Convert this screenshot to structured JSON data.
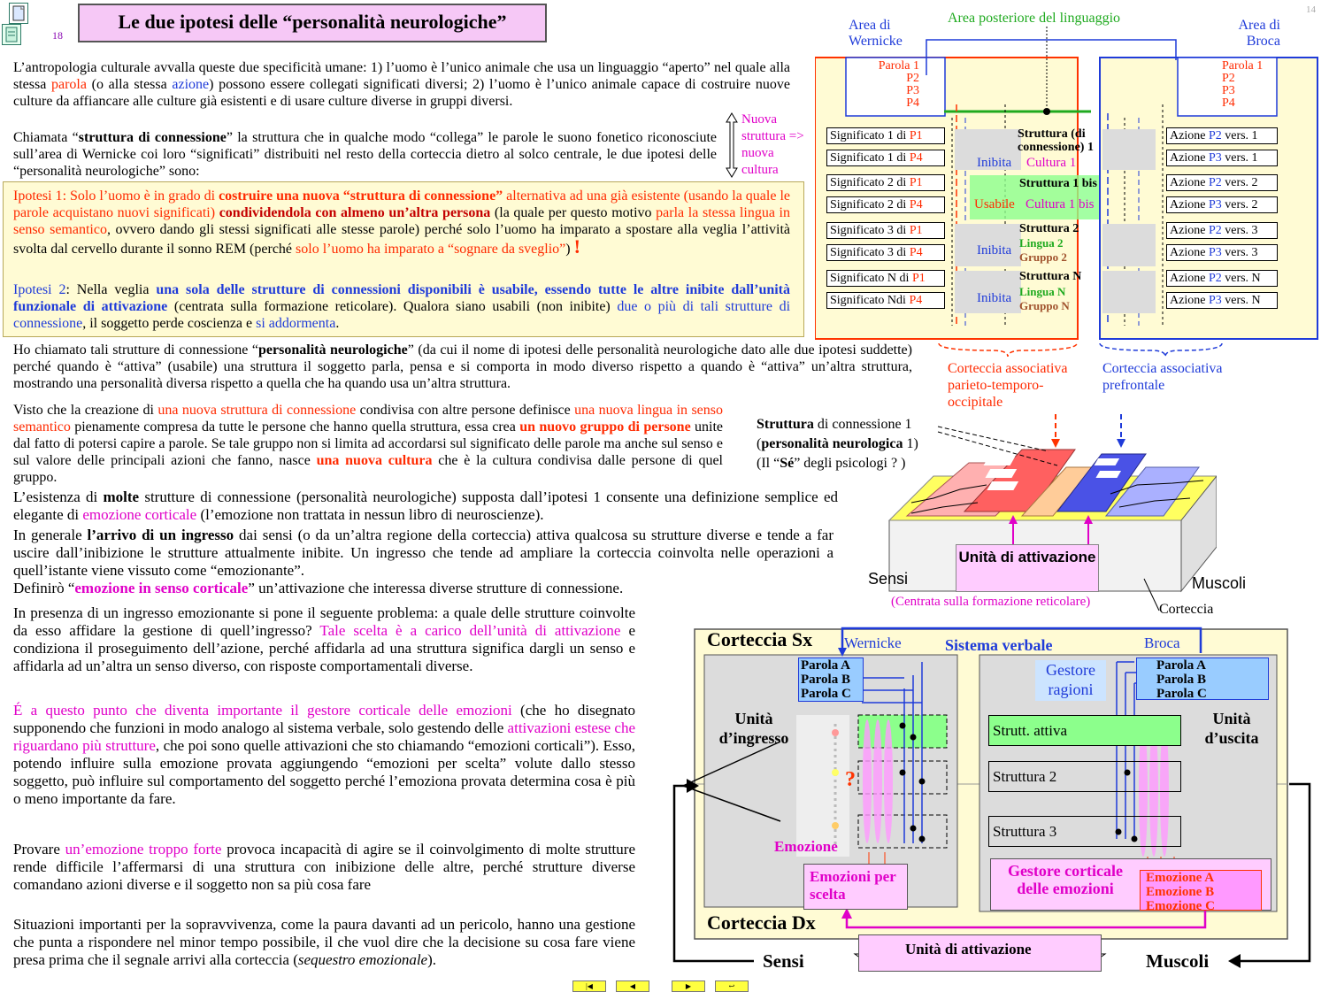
{
  "header": {
    "page_number": "18",
    "title": "Le due ipotesi delle “personalità neurologiche”",
    "corner_number": "14"
  },
  "intro": {
    "p1_a": "L’antropologia culturale avvalla queste due specificità umane: 1) l’uomo è l’unico animale che usa un linguaggio “aperto” nel quale alla stessa ",
    "p1_parola": "parola",
    "p1_b": " (o alla stessa ",
    "p1_azione": "azione",
    "p1_c": ") possono essere collegati significati diversi; 2) l’uomo è l’unico animale capace di costruire nuove culture da affiancare alle culture già esistenti e di usare culture diverse in gruppi diversi.",
    "p2_a": "Chiamata “",
    "p2_b": "struttura di connessione",
    "p2_c": "” la struttura che in qualche modo “collega” le parole le suono fonetico riconosciute sull’area di Wernicke coi loro “significati” distribuiti nel resto della corteccia dietro al solco centrale, le due ipotesi delle “personalità neurologiche” sono:",
    "side_note": "Nuova struttura => nuova cultura"
  },
  "hypotheses": {
    "h1_label": "Ipotesi 1",
    "h1_a": ": Solo l’uomo è in grado di ",
    "h1_b": "costruire una nuova “struttura di connessione”",
    "h1_c": " alternativa ad una già esistente (usando la quale le parole acquistano nuovi significati) ",
    "h1_d": "condividendola con almeno un’altra persona",
    "h1_e": " (la quale per questo motivo ",
    "h1_f": "parla la stessa lingua in senso semantico",
    "h1_g": ", ovvero dando gli stessi significati alle stesse parole) perché solo l’uomo ha imparato a spostare alla veglia l’attività svolta dal cervello durante il sonno REM (perché ",
    "h1_h": "solo l’uomo ha imparato a “sognare da sveglio”",
    "h1_i": ")",
    "h1_excl": "!",
    "h2_label": "Ipotesi 2",
    "h2_a": ": Nella veglia ",
    "h2_b": "una sola delle strutture di connessioni disponibili è usabile, essendo tutte le altre inibite dall’unità funzionale di attivazione",
    "h2_c": " (centrata sulla formazione reticolare). Qualora siano usabili (non inibite) ",
    "h2_d": "due o più di tali strutture di connessione",
    "h2_e": ", il soggetto perde coscienza e ",
    "h2_f": "si addormenta",
    "h2_g": "."
  },
  "body": {
    "p3_a": "Ho chiamato tali strutture di connessione “",
    "p3_b": "personalità neurologiche",
    "p3_c": "” (da cui il nome di ipotesi delle personalità neurologiche dato alle due ipotesi suddette) perché quando è “attiva” (usabile) una struttura il soggetto parla, pensa e si comporta in modo diverso rispetto a quando è “attiva” un’altra struttura, mostrando una personalità diversa rispetto a quella che ha quando usa un’altra struttura.",
    "p4_a": "Visto che la creazione di ",
    "p4_b": "una nuova struttura di connessione",
    "p4_c": " condivisa con altre persone definisce ",
    "p4_d": "una nuova lingua in senso semantico",
    "p4_e": " pienamente compresa da tutte le persone che hanno quella struttura, essa crea ",
    "p4_f": "un nuovo gruppo di persone",
    "p4_g": " unite dal fatto di potersi capire a parole. Se tale gruppo non si limita ad accordarsi sul significato delle parole ma anche sul senso e sul valore delle principali azioni che fanno, nasce ",
    "p4_h": "una nuova cultura",
    "p4_i": " che è la cultura condivisa dalle persone di quel gruppo.",
    "p5_a": "L’esistenza di ",
    "p5_b": "molte",
    "p5_c": " strutture di connessione (personalità neurologiche) supposta dall’ipotesi 1 consente una definizione semplice ed elegante di ",
    "p5_d": "emozione corticale",
    "p5_e": " (l’emozione non trattata in nessun libro di neuroscienze).",
    "p6_a": "In generale ",
    "p6_b": "l’arrivo di un ingresso",
    "p6_c": " dai sensi (o da un’altra regione della corteccia) attiva qualcosa su strutture diverse e tende a far uscire dall’inibizione le strutture attualmente inibite. Un ingresso che tende ad ampliare la corteccia coinvolta nelle operazioni a quell’istante viene vissuto come “emozionante”.",
    "p7_a": "Definirò “",
    "p7_b": "emozione in senso corticale",
    "p7_c": "” un’attivazione che interessa diverse strutture di connessione.",
    "p8_a": "In presenza di un ingresso emozionante si pone il seguente problema: a quale delle strutture coinvolte da esso affidare la gestione di quell’ingresso? ",
    "p8_b": "Tale scelta è a carico dell’unità di attivazione",
    "p8_c": " e condiziona il proseguimento dell’azione, perché affidarla ad una struttura significa dargli un senso e affidarla ad un’altra un senso diverso, con risposte comportamentali diverse.",
    "p9_a": "É a questo punto che diventa importante il gestore corticale delle emozioni",
    "p9_b": " (che ho disegnato supponendo che funzioni in modo analogo al sistema verbale, solo gestendo delle ",
    "p9_c": "attivazioni estese che riguardano più strutture",
    "p9_d": ", che poi sono quelle attivazioni che sto chiamando “emozioni corticali”). Esso, potendo influire sulla emozione provata aggiungendo “emozioni per scelta” volute dallo stesso soggetto, può influire sul comportamento del soggetto perché l’emoziona provata determina cosa è più o meno importante da fare.",
    "p10_a": "Provare ",
    "p10_b": "un’emozione troppo forte",
    "p10_c": " provoca incapacità di agire se il coinvolgimento di molte strutture rende difficile l’affermarsi di una struttura con inibizione delle altre, perché strutture diverse comandano azioni diverse e il soggetto non sa più cosa fare",
    "p11_a": "Situazioni importanti per la sopravvivenza, come la paura davanti ad un pericolo, hanno una gestione che punta a rispondere nel minor tempo possibile, il che vuol dire che la decisione su cosa fare viene presa prima che il segnale arrivi alla corteccia (",
    "p11_b": "sequestro emozionale",
    "p11_c": ")."
  },
  "diagram1": {
    "area_wernicke": "Area di Wernicke",
    "area_posterior": "Area posteriore del linguaggio",
    "area_broca": "Area di Broca",
    "parole": [
      "Parola 1",
      "P2",
      "P3",
      "P4"
    ],
    "significati": [
      {
        "pre": "Significato 1 di ",
        "p": "P1"
      },
      {
        "pre": "Significato 1 di ",
        "p": "P4"
      },
      {
        "pre": "Significato 2 di ",
        "p": "P1"
      },
      {
        "pre": "Significato 2 di ",
        "p": "P4"
      },
      {
        "pre": "Significato 3 di ",
        "p": "P1"
      },
      {
        "pre": "Significato 3 di ",
        "p": "P4"
      },
      {
        "pre": "Significato N di ",
        "p": "P1"
      },
      {
        "pre": "Significato Ndi ",
        "p": "P4"
      }
    ],
    "azioni": [
      {
        "pre": "Azione ",
        "p": "P2",
        "post": " vers. 1"
      },
      {
        "pre": "Azione ",
        "p": "P3",
        "post": " vers. 1"
      },
      {
        "pre": "Azione ",
        "p": "P2",
        "post": " vers. 2"
      },
      {
        "pre": "Azione ",
        "p": "P3",
        "post": " vers. 2"
      },
      {
        "pre": "Azione ",
        "p": "P2",
        "post": " vers. 3"
      },
      {
        "pre": "Azione ",
        "p": "P3",
        "post": " vers. 3"
      },
      {
        "pre": "Azione ",
        "p": "P2",
        "post": " vers. N"
      },
      {
        "pre": "Azione ",
        "p": "P3",
        "post": " vers. N"
      }
    ],
    "struttura1": "Struttura (di connessione) 1",
    "struttura1bis": "Struttura 1 bis",
    "struttura2": "Struttura 2",
    "strutturaN": "Struttura N",
    "inibita": "Inibita",
    "usabile": "Usabile",
    "cultura1": "Cultura 1",
    "cultura1bis": "Cultura 1 bis",
    "lingua2": "Lingua 2",
    "gruppo2": "Gruppo 2",
    "linguaN": "Lingua N",
    "gruppoN": "Gruppo N",
    "cortex_post": "Corteccia associativa parieto-temporo-occipitale",
    "cortex_pref": "Corteccia associativa prefrontale"
  },
  "diagram2": {
    "struttura_a": "Struttura",
    "struttura_b": " di connessione 1",
    "personalita_a": "(",
    "personalita_b": "personalità neurologica",
    "personalita_c": " 1)",
    "se_a": "(Il “",
    "se_b": "Sé",
    "se_c": "” degli psicologi ? )",
    "unita": "Unità di attivazione",
    "sensi": "Sensi",
    "muscoli": "Muscoli",
    "centrata": "(Centrata sulla formazione reticolare)",
    "corteccia": "Corteccia"
  },
  "diagram3": {
    "corteccia_sx": "Corteccia Sx",
    "corteccia_dx": "Corteccia Dx",
    "wernicke": "Wernicke",
    "sistema_verbale": "Sistema verbale",
    "broca": "Broca",
    "parole": [
      "Parola A",
      "Parola B",
      "Parola C"
    ],
    "unita_ingresso": "Unità d’ingresso",
    "unita_uscita": "Unità d’uscita",
    "gestore_ragioni": "Gestore ragioni",
    "strutt_attiva": "Strutt. attiva",
    "struttura2": "Struttura 2",
    "struttura3": "Struttura 3",
    "emozione": "Emozione",
    "emozioni_scelta": "Emozioni per scelta",
    "gestore_emozioni": "Gestore corticale delle emozioni",
    "emozioni": [
      "Emozione A",
      "Emozione B",
      "Emozione C"
    ],
    "question": "?",
    "unita_attivazione": "Unità di attivazione",
    "sensi": "Sensi",
    "muscoli": "Muscoli"
  },
  "nav": {
    "first": "|◀",
    "prev": "◀",
    "next": "▶",
    "back": "↩"
  },
  "colors": {
    "red": "#ff2a00",
    "blue": "#1f3bd9",
    "magenta": "#e000c8",
    "title_bg": "#f6c8f6",
    "hypothesis_bg": "#fffbd4",
    "panel_bg": "#fffbd4",
    "green": "#22aa22"
  }
}
